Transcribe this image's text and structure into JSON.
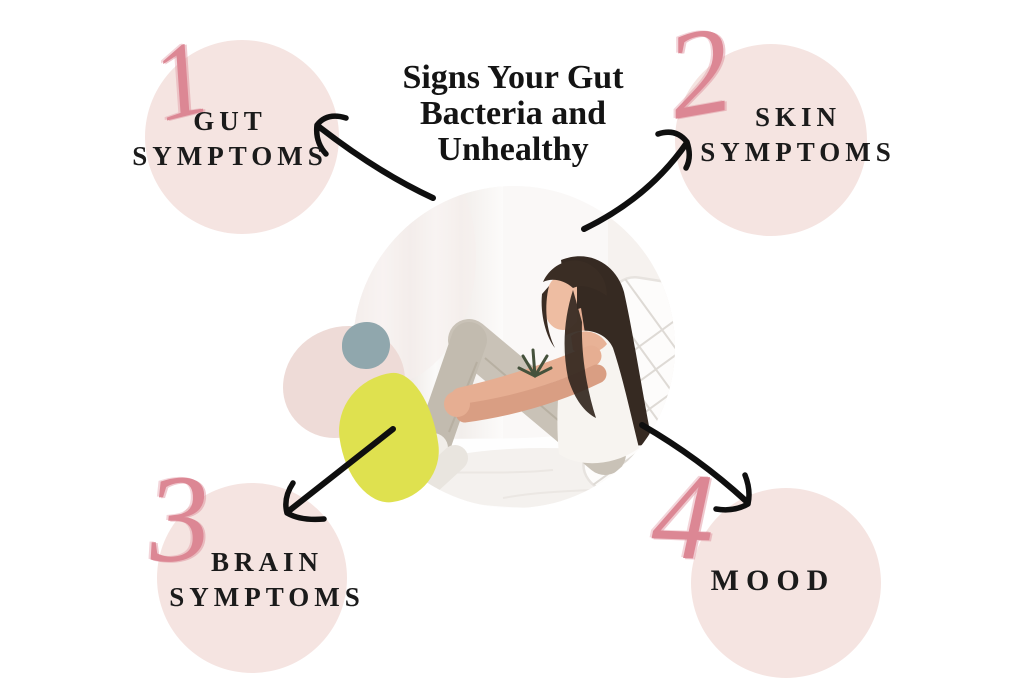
{
  "title": {
    "lines": [
      "Signs Your Gut",
      "Bacteria and",
      "Unhealthy"
    ]
  },
  "items": [
    {
      "number": "1",
      "label_lines": [
        "GUT",
        "SYMPTOMS"
      ]
    },
    {
      "number": "2",
      "label_lines": [
        "SKIN",
        "SYMPTOMS"
      ]
    },
    {
      "number": "3",
      "label_lines": [
        "BRAIN",
        "SYMPTOMS"
      ]
    },
    {
      "number": "4",
      "label_lines": [
        "MOOD",
        ""
      ]
    }
  ],
  "colors": {
    "page_bg": "#ffffff",
    "circle_fill": "#f5e4e1",
    "number_ink": "#dc8794",
    "heading_ink": "#141414",
    "label_ink": "#1b1b1b",
    "arrow_ink": "#0f0f0f",
    "blob_pink": "#eedbd7",
    "blob_blue": "#90a7ad",
    "blob_yellow": "#dfe14f"
  }
}
